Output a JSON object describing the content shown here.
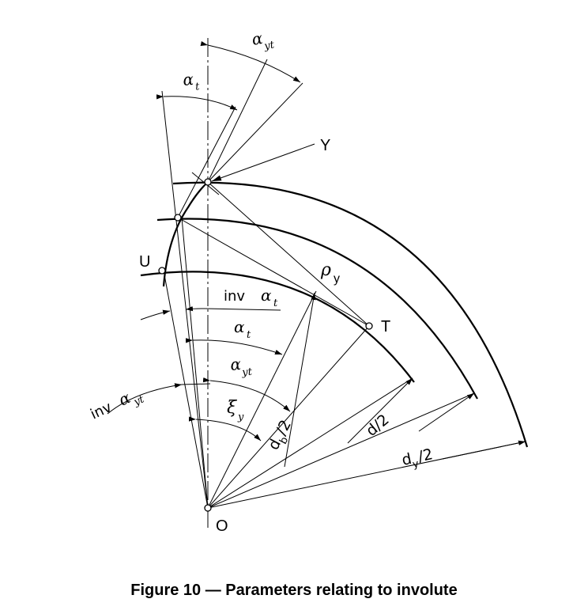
{
  "caption": "Figure 10 — Parameters relating to involute",
  "points": {
    "Y": "Y",
    "U": "U",
    "T": "T",
    "O": "O"
  },
  "labels": {
    "alpha_yt_top": "α",
    "alpha_yt_top_sub": "yt",
    "alpha_t_top": "α",
    "alpha_t_top_sub": "t",
    "rho_y": "ρ",
    "rho_y_sub": "y",
    "inv_alpha_t_prefix": "inv",
    "inv_alpha_t_greek": "α",
    "inv_alpha_t_sub": "t",
    "alpha_t_mid": "α",
    "alpha_t_mid_sub": "t",
    "alpha_yt_mid": "α",
    "alpha_yt_mid_sub": "yt",
    "inv_alpha_yt_prefix": "inv",
    "inv_alpha_yt_greek": "α",
    "inv_alpha_yt_sub": "yt",
    "xi_y": "ξ",
    "xi_y_sub": "y",
    "db2_main": "d",
    "db2_sub": "b",
    "db2_tail": "/2",
    "d2": "d/2",
    "dy2_main": "d",
    "dy2_sub": "y",
    "dy2_tail": "/2"
  }
}
